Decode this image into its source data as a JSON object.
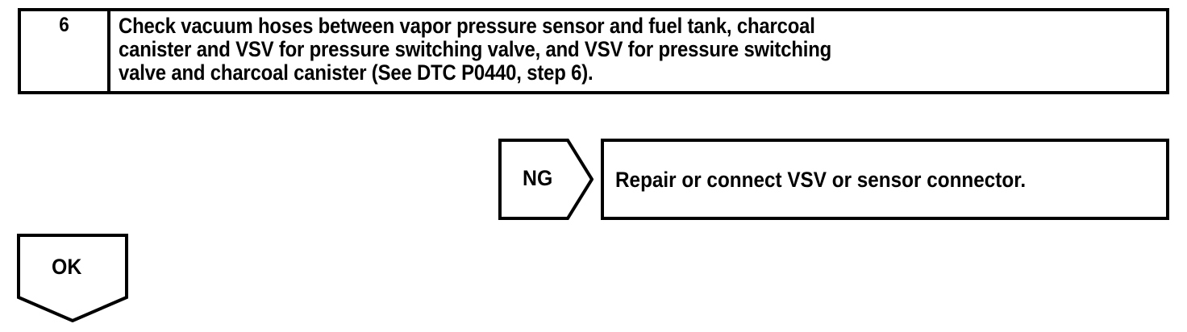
{
  "diagram": {
    "type": "troubleshooting-flowchart",
    "colors": {
      "ink": "#000000",
      "paper": "#ffffff"
    },
    "step": {
      "number": "6",
      "text_lines": [
        "Check vacuum hoses between vapor pressure sensor and fuel tank, charcoal",
        "canister and VSV for pressure switching valve, and VSV for pressure switching",
        "valve and charcoal canister (See DTC P0440, step 6)."
      ],
      "full_text": "Check vacuum hoses between vapor pressure sensor and fuel tank, charcoal canister and VSV for pressure switching valve, and VSV for pressure switching valve and charcoal canister (See DTC P0440, step 6)."
    },
    "branches": {
      "ng": {
        "label": "NG",
        "result": "Repair or connect VSV or sensor connector."
      },
      "ok": {
        "label": "OK"
      }
    }
  }
}
